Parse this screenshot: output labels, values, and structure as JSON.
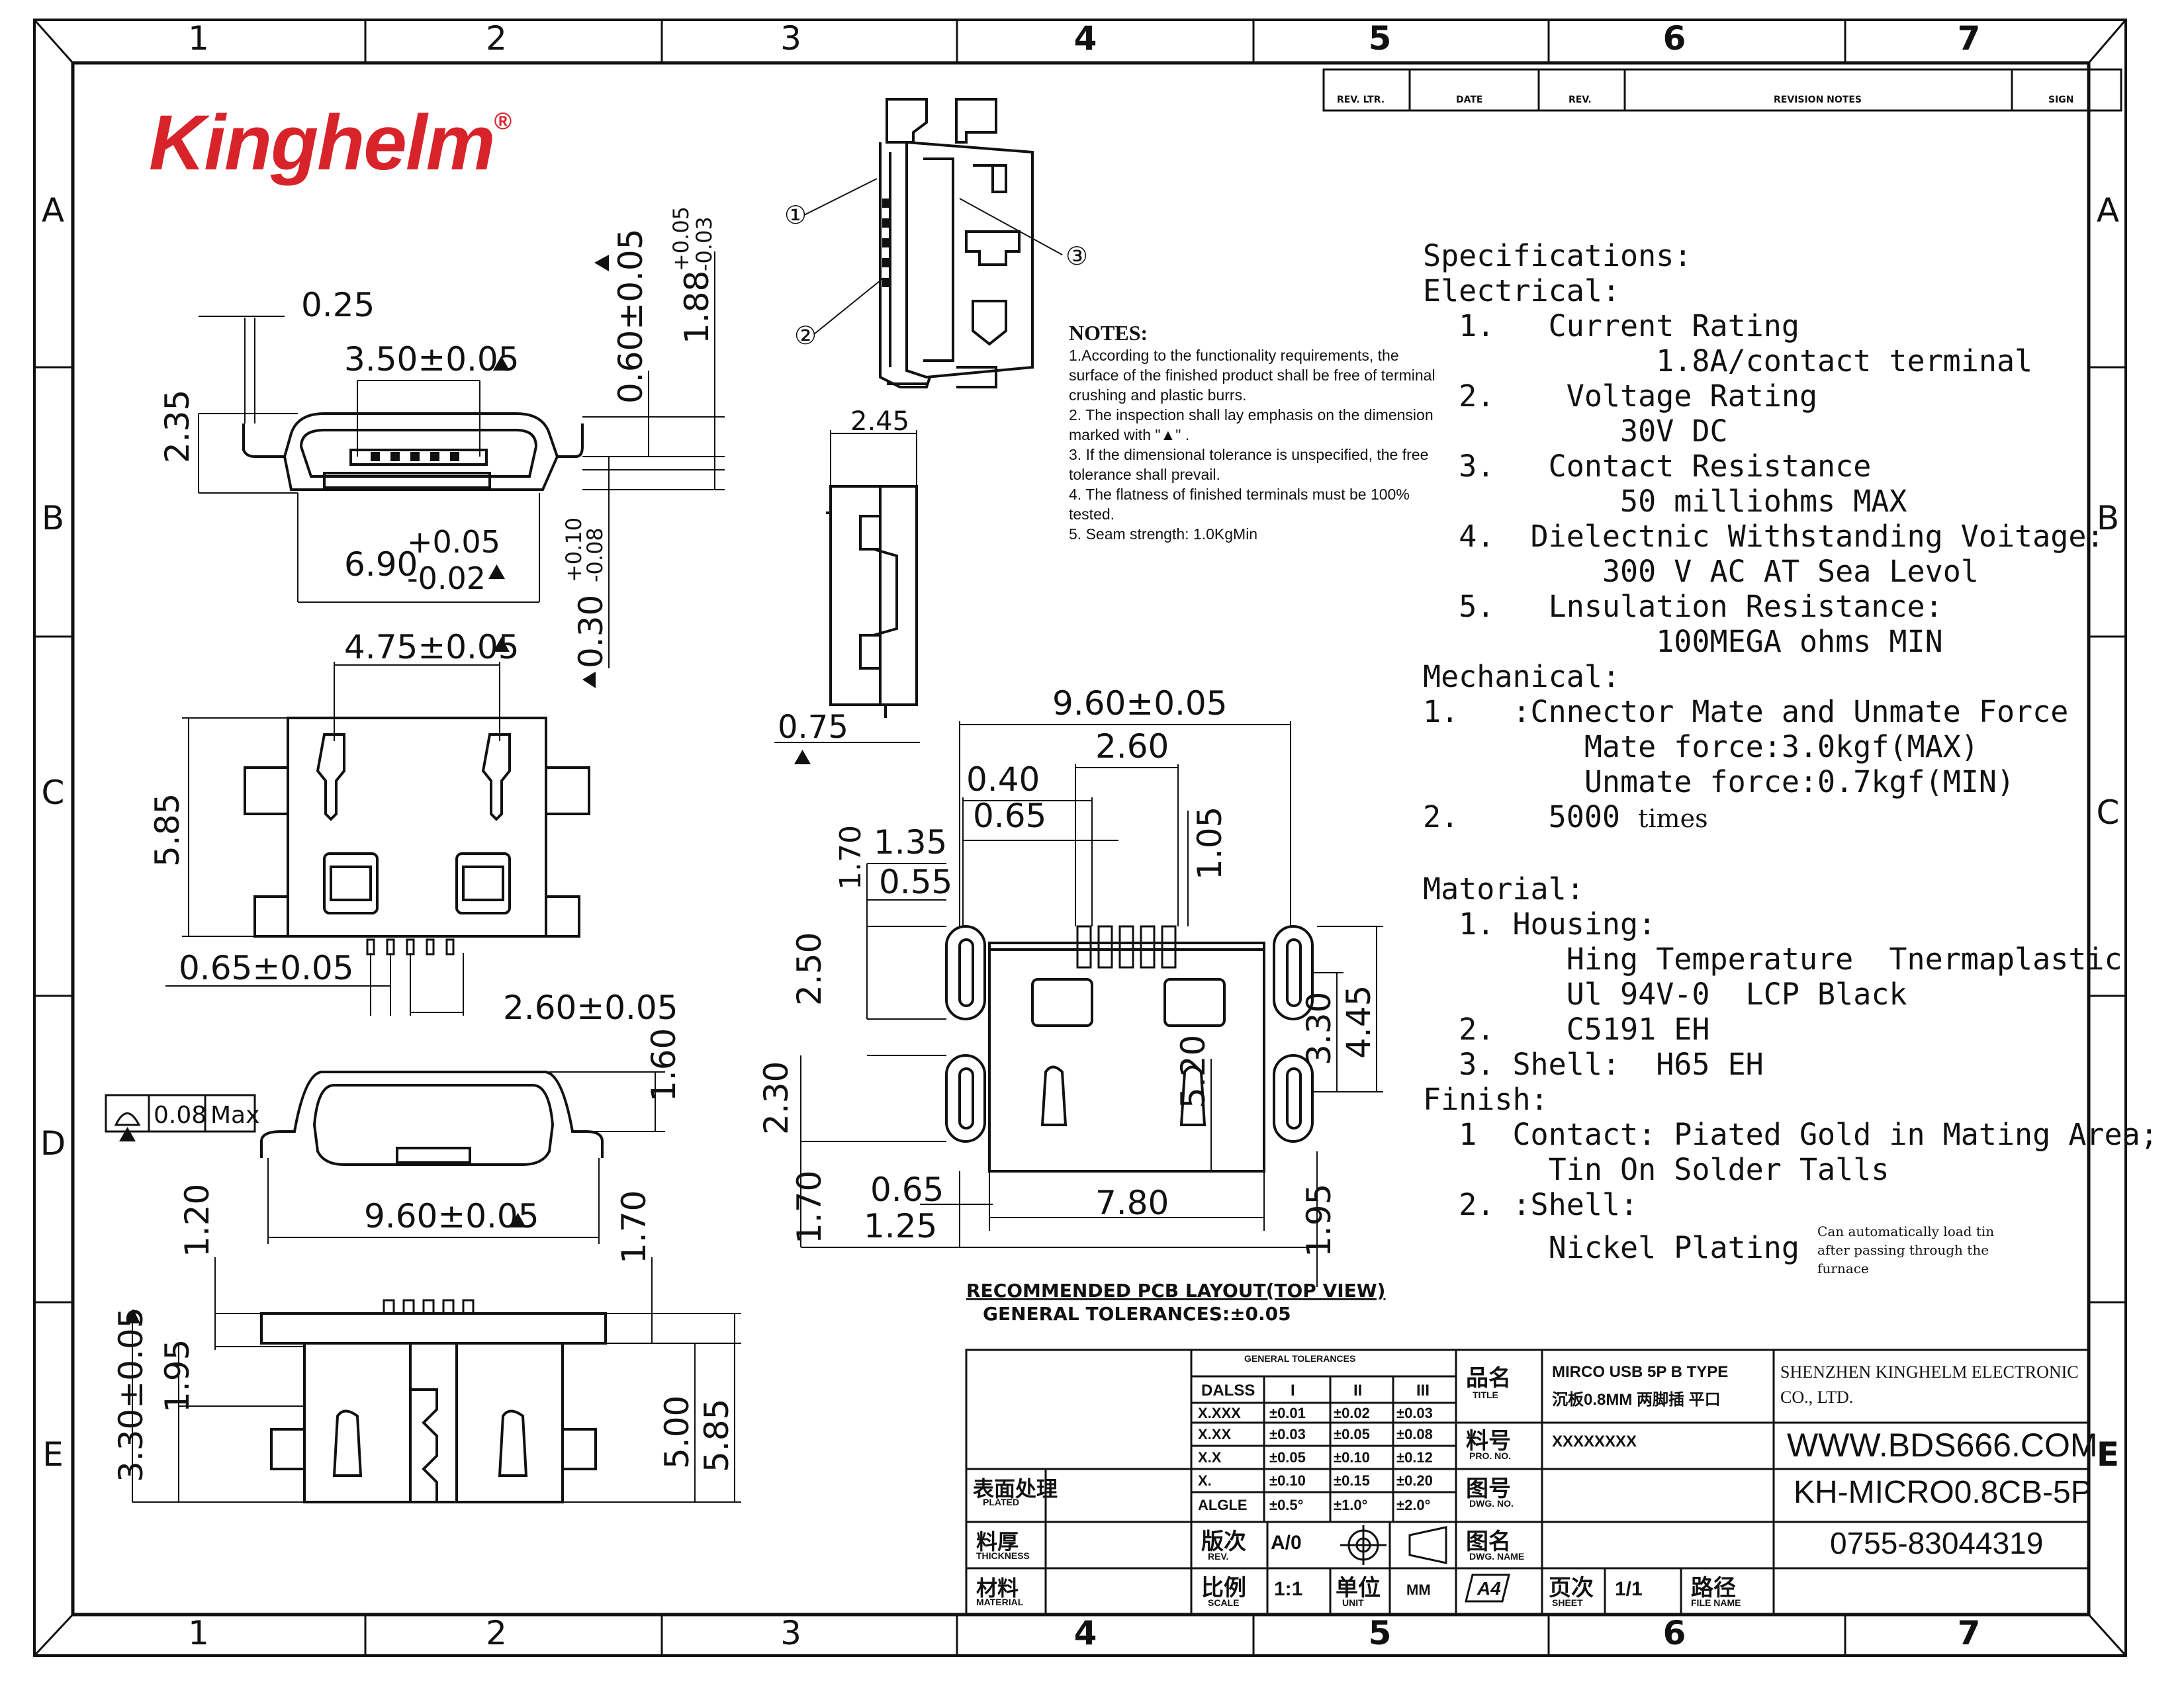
{
  "brand": {
    "logo": "Kinghelm",
    "registered": "®"
  },
  "grid": {
    "columns": [
      "1",
      "2",
      "3",
      "4",
      "5",
      "6",
      "7"
    ],
    "rows": [
      "A",
      "B",
      "C",
      "D",
      "E"
    ]
  },
  "revision_header": {
    "rev_ltr": "REV. LTR.",
    "date": "DATE",
    "rev": "REV.",
    "revision_notes": "REVISION NOTES",
    "sign": "SIGN"
  },
  "dimensions": {
    "top_view": [
      "0.25",
      "3.50±0.05",
      "2.35",
      "0.60±0.05",
      "1.88",
      "+0.05",
      "-0.03",
      "6.90",
      "+0.05",
      "-0.02",
      "0.30",
      "+0.10",
      "-0.08"
    ],
    "front_view": [
      "4.75±0.05",
      "5.85",
      "0.65±0.05",
      "2.60±0.05"
    ],
    "flatness": {
      "tol": "0.08",
      "max": "Max",
      "height": "1.60",
      "width": "9.60±0.05"
    },
    "bottom_view": [
      "1.20",
      "1.70",
      "3.30±0.05",
      "1.95",
      "5.00",
      "5.85"
    ],
    "side_view": [
      "2.45",
      "0.75"
    ],
    "pcb": [
      "9.60±0.05",
      "2.60",
      "0.40",
      "0.65",
      "1.05",
      "1.70",
      "1.35",
      "0.55",
      "2.50",
      "4.45",
      "3.30",
      "2.30",
      "5.20",
      "1.70",
      "0.65",
      "1.25",
      "7.80",
      "1.95"
    ]
  },
  "callouts": [
    "①",
    "②",
    "③"
  ],
  "notes": {
    "title": "NOTES:",
    "items": [
      "1.According to the functionality requirements, the surface of the finished product shall be free of terminal crushing and plastic burrs.",
      "2. The inspection shall lay emphasis on the dimension marked with \"▲\" .",
      "3. If the dimensional tolerance is unspecified, the free tolerance shall prevail.",
      "4. The flatness of finished terminals must be 100% tested.",
      "5. Seam strength: 1.0KgMin"
    ]
  },
  "specifications": {
    "title": "Specifications:",
    "electrical": "Electrical:",
    "items": [
      {
        "n": "1.",
        "label": "Current Rating",
        "value": "1.8A/contact terminal"
      },
      {
        "n": "2.",
        "label": "Voltage Rating",
        "value": "30V DC"
      },
      {
        "n": "3.",
        "label": "Contact Resistance",
        "value": "50 milliohms MAX"
      },
      {
        "n": "4.",
        "label": "Dielectnic Withstanding Voitage:",
        "value": "300 V AC AT Sea Levol"
      },
      {
        "n": "5.",
        "label": "Lnsulation Resistance:",
        "value": "100MEGA ohms MIN"
      }
    ],
    "mechanical": "Mechanical:",
    "mech_items": [
      {
        "n": "1.",
        "label": ":Cnnector Mate and Unmate Force",
        "v1": "Mate force:3.0kgf(MAX)",
        "v2": "Unmate force:0.7kgf(MIN)"
      },
      {
        "n": "2.",
        "label": "5000",
        "unit": "times"
      }
    ],
    "material": "Matorial:",
    "material_items": [
      {
        "n": "1.",
        "label": "Housing:",
        "v1": "Hing Temperature  Tnermaplastic",
        "v2": "Ul 94V-0  LCP Black"
      },
      {
        "n": "2.",
        "label": "C5191 EH"
      },
      {
        "n": "3.",
        "label": "Shell:  H65 EH"
      }
    ],
    "finish": "Finish:",
    "finish_items": [
      {
        "n": "1",
        "label": "Contact: Piated Gold in Mating Area;",
        "v1": "Tin On Solder Talls"
      },
      {
        "n": "2.",
        "label": ":Shell:",
        "v1": "Nickel Plating",
        "note": "Can automatically load tin after passing through the furnace"
      }
    ]
  },
  "pcb_caption": {
    "title": "RECOMMENDED PCB LAYOUT(TOP VIEW)",
    "tol": "GENERAL TOLERANCES:±0.05"
  },
  "title_block": {
    "general_tolerances": "GENERAL TOLERANCES",
    "tol_header": [
      "DALSS",
      "I",
      "II",
      "III"
    ],
    "tol_rows": [
      [
        "X.XXX",
        "±0.01",
        "±0.02",
        "±0.03"
      ],
      [
        "X.XX",
        "±0.03",
        "±0.05",
        "±0.08"
      ],
      [
        "X.X",
        "±0.05",
        "±0.10",
        "±0.12"
      ],
      [
        "X.",
        "±0.10",
        "±0.15",
        "±0.20"
      ],
      [
        "ALGLE",
        "±0.5°",
        "±1.0°",
        "±2.0°"
      ]
    ],
    "surface_treatment": "表面处理",
    "surface_treatment_en": "PLATED",
    "material": "料厚",
    "material_en": "THICKNESS",
    "stock": "材料",
    "stock_en": "MATERIAL",
    "product_name": "品名",
    "product_name_en": "TITLE",
    "product_value_1": "MIRCO USB 5P B TYPE",
    "product_value_2": "沉板0.8MM 两脚插  平口",
    "part_no": "料号",
    "part_no_en": "PRO. NO.",
    "part_no_value": "XXXXXXXX",
    "drawing_no": "图号",
    "drawing_no_en": "DWG. NO.",
    "drawing_name": "图名",
    "drawing_name_en": "DWG. NAME",
    "version": "版次",
    "version_en": "REV.",
    "version_value": "A/0",
    "scale": "比例",
    "scale_en": "SCALE",
    "scale_value": "1:1",
    "unit": "单位",
    "unit_en": "UNIT",
    "unit_value": "MM",
    "paper": "A4",
    "page": "页次",
    "page_en": "SHEET",
    "page_value": "1/1",
    "path": "路径",
    "path_en": "FILE NAME",
    "company": "SHENZHEN KINGHELM ELECTRONIC CO., LTD.",
    "website": "WWW.BDS666.COM",
    "model": "KH-MICRO0.8CB-5P",
    "phone": "0755-83044319"
  }
}
